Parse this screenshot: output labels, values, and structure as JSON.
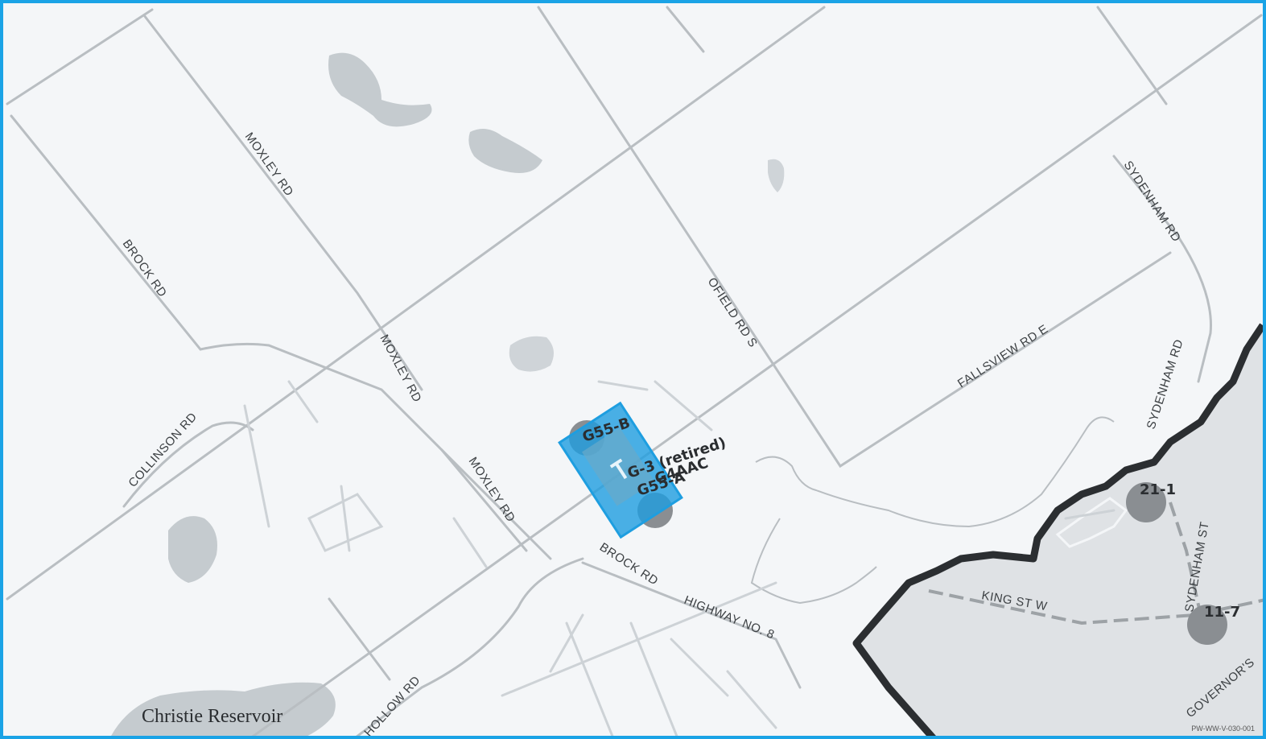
{
  "map": {
    "road_labels": {
      "moxley_top": "MOXLEY RD",
      "brock_top": "BROCK RD",
      "moxley_mid": "MOXLEY RD",
      "ofield": "OFIELD RD S",
      "sydenham_top": "SYDENHAM RD",
      "fallsview": "FALLSVIEW RD E",
      "sydenham_mid": "SYDENHAM RD",
      "collinson": "COLLINSON RD",
      "moxley_low": "MOXLEY RD",
      "brock_low": "BROCK RD",
      "highway8": "HIGHWAY NO. 8",
      "king_st": "KING ST W",
      "sydenham_st": "SYDENHAM ST",
      "governors": "GOVERNOR'S",
      "hollow": "HOLLOW RD"
    },
    "markers": {
      "g55b": "G55-B",
      "g3_retired": "G-3 (retired)",
      "g4aac": "G4AAC",
      "g55a": "G55-A",
      "m21_1": "21-1",
      "m11_7": "11-7"
    },
    "water_label": "Christie Reservoir",
    "map_code": "PW-WW-V-030-001",
    "colors": {
      "frame": "#1aa3e6",
      "background": "#f4f6f8",
      "road": "#b9bec2",
      "minor_road": "#cdd2d6",
      "water": "#c5cbcf",
      "urban_area": "#dfe2e5",
      "boundary": "#2b2e31",
      "marker": "#8a8e92",
      "selection": "#1e9ee0"
    }
  }
}
